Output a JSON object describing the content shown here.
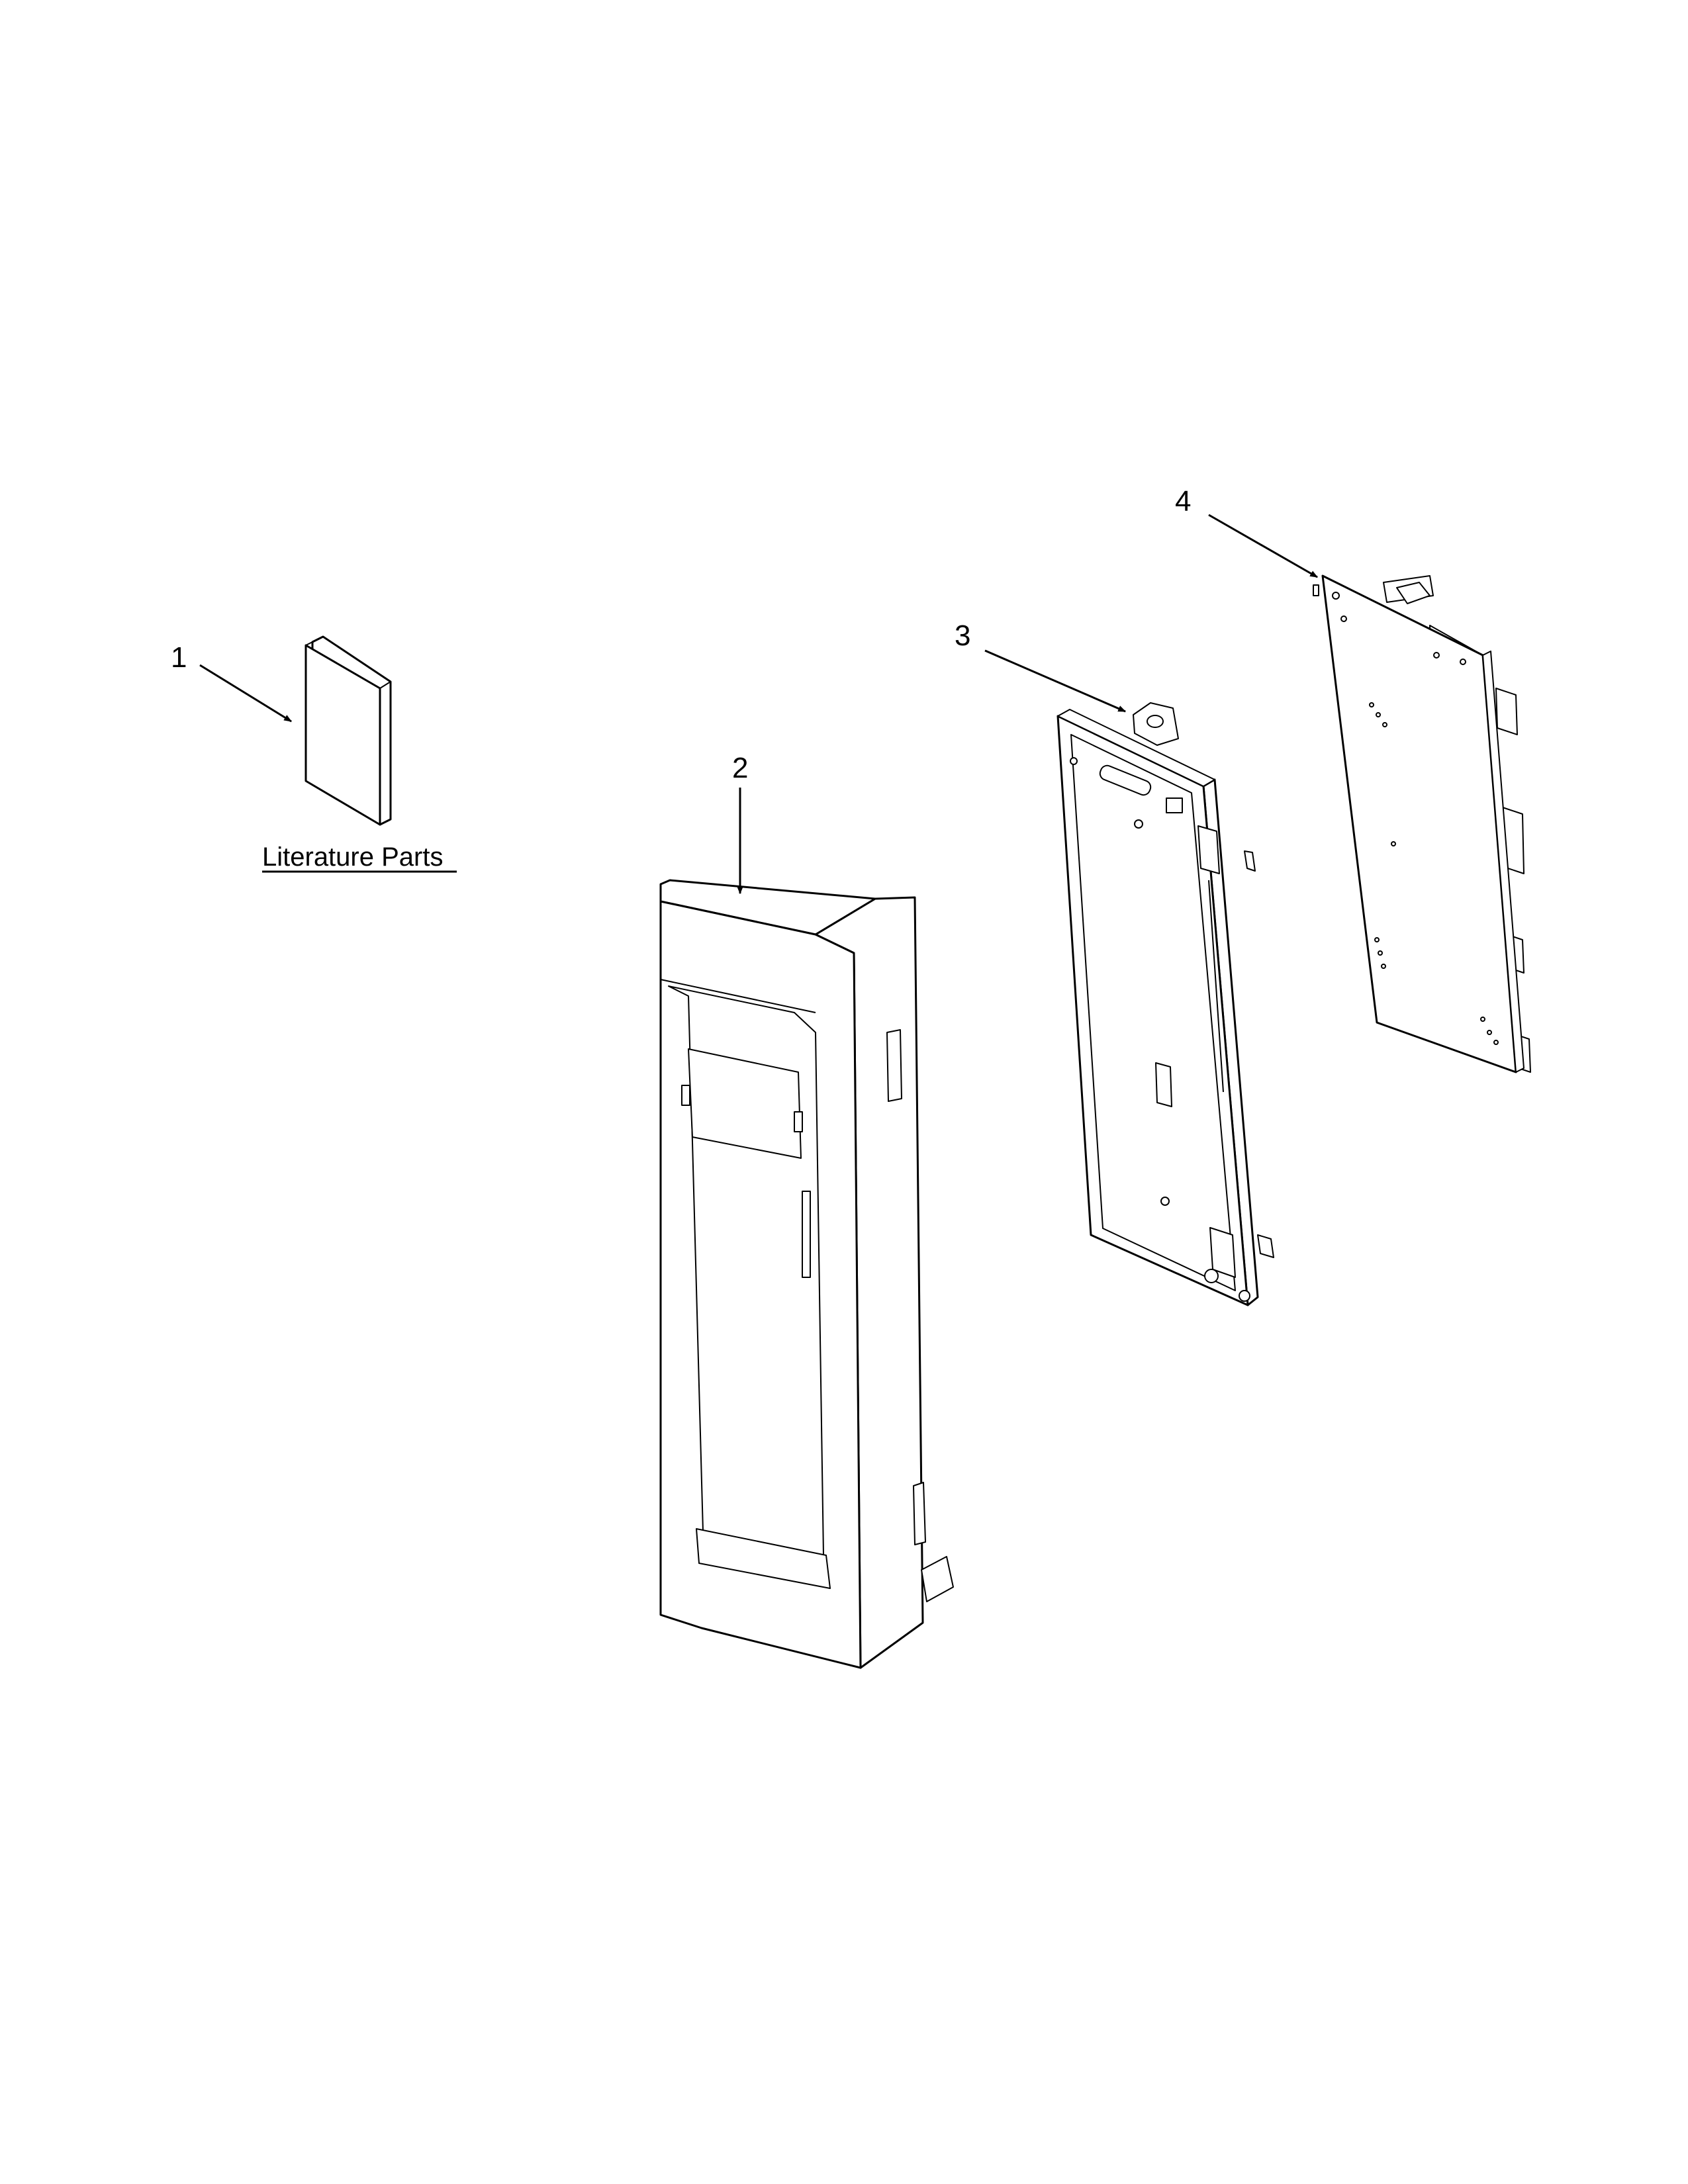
{
  "callouts": [
    {
      "id": "1",
      "label": "1"
    },
    {
      "id": "2",
      "label": "2"
    },
    {
      "id": "3",
      "label": "3"
    },
    {
      "id": "4",
      "label": "4"
    }
  ],
  "literature": {
    "label": "Literature Parts"
  }
}
